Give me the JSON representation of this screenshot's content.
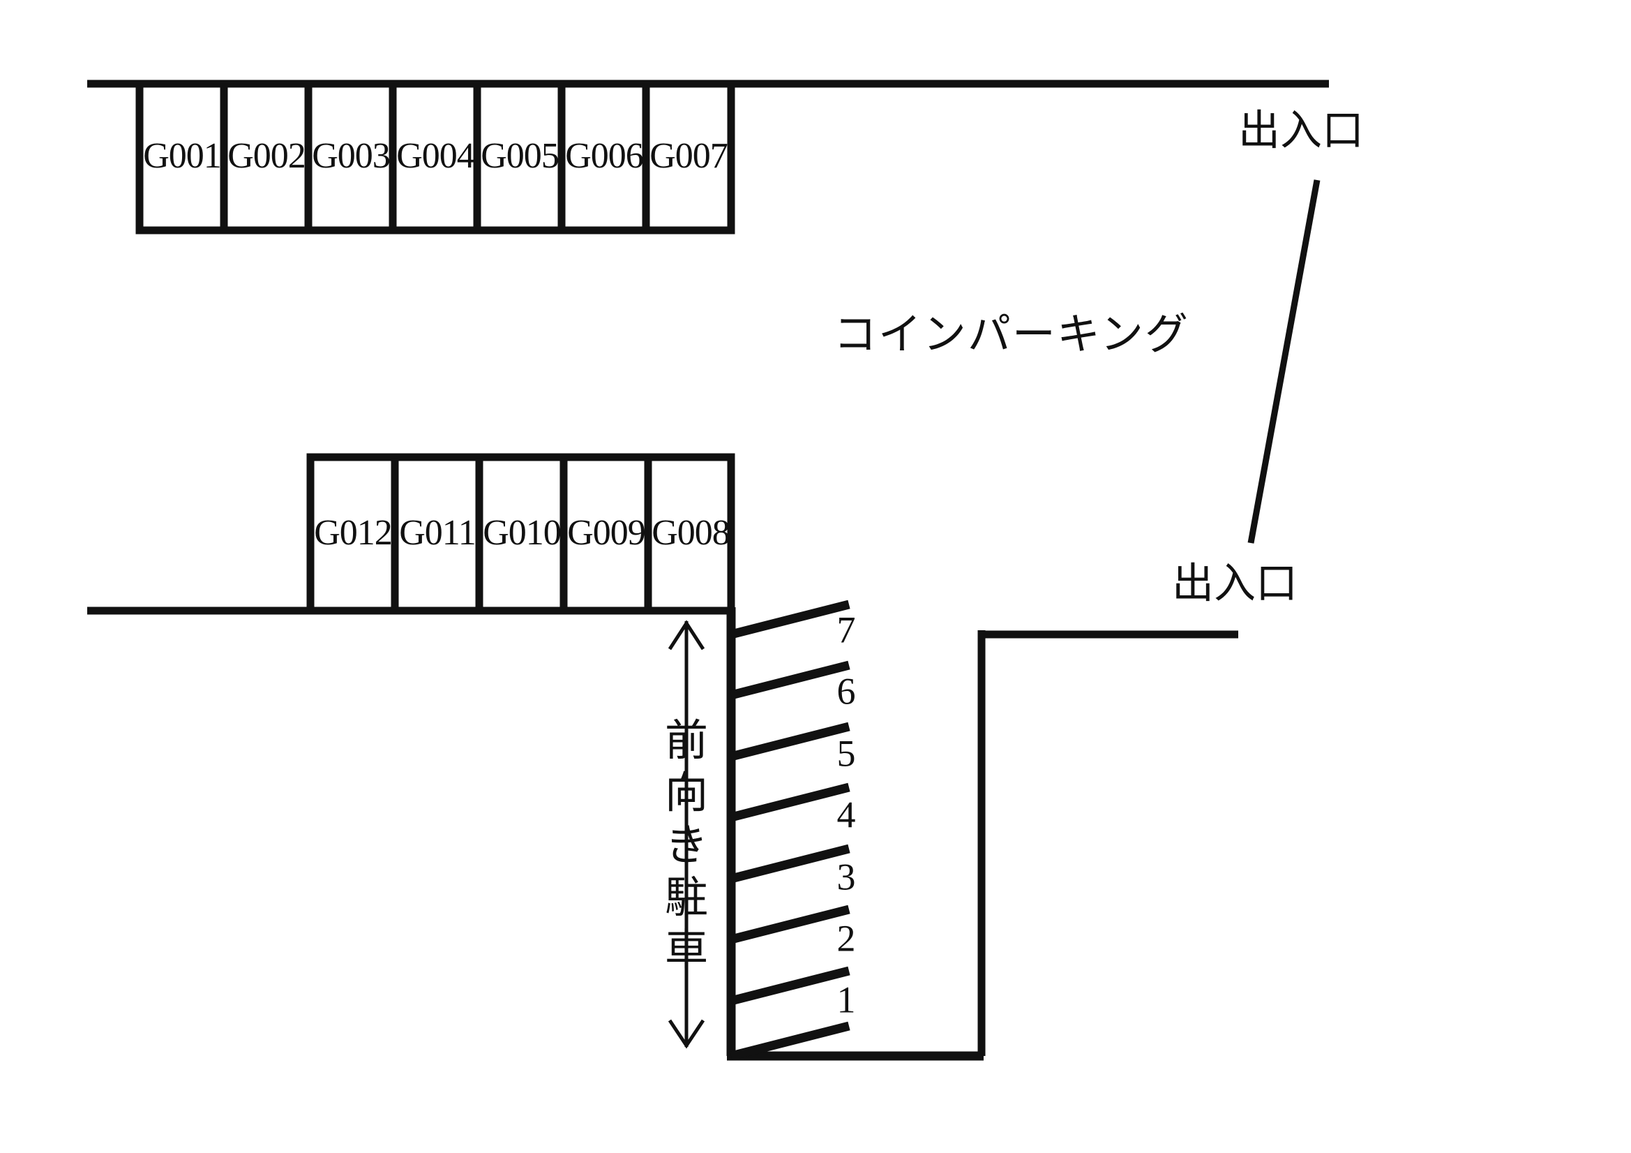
{
  "diagram": {
    "title_label": "コインパーキング",
    "entrance_label_top": "出入口",
    "entrance_label_bottom": "出入口",
    "forward_parking_label": "前向き駐車",
    "forward_parking_chars": [
      "前",
      "向",
      "き",
      "駐",
      "車"
    ],
    "line_color": "#111111",
    "background_color": "#ffffff"
  },
  "rows": {
    "top_row": {
      "name": "upper-stall-row",
      "stalls": [
        {
          "id": "G001"
        },
        {
          "id": "G002"
        },
        {
          "id": "G003"
        },
        {
          "id": "G004"
        },
        {
          "id": "G005"
        },
        {
          "id": "G006"
        },
        {
          "id": "G007"
        }
      ]
    },
    "middle_row": {
      "name": "middle-stall-row",
      "stalls": [
        {
          "id": "G012"
        },
        {
          "id": "G011"
        },
        {
          "id": "G010"
        },
        {
          "id": "G009"
        },
        {
          "id": "G008"
        }
      ]
    },
    "diagonal_row": {
      "name": "diagonal-stall-row",
      "stalls": [
        {
          "id": "7"
        },
        {
          "id": "6"
        },
        {
          "id": "5"
        },
        {
          "id": "4"
        },
        {
          "id": "3"
        },
        {
          "id": "2"
        },
        {
          "id": "1"
        }
      ]
    }
  }
}
